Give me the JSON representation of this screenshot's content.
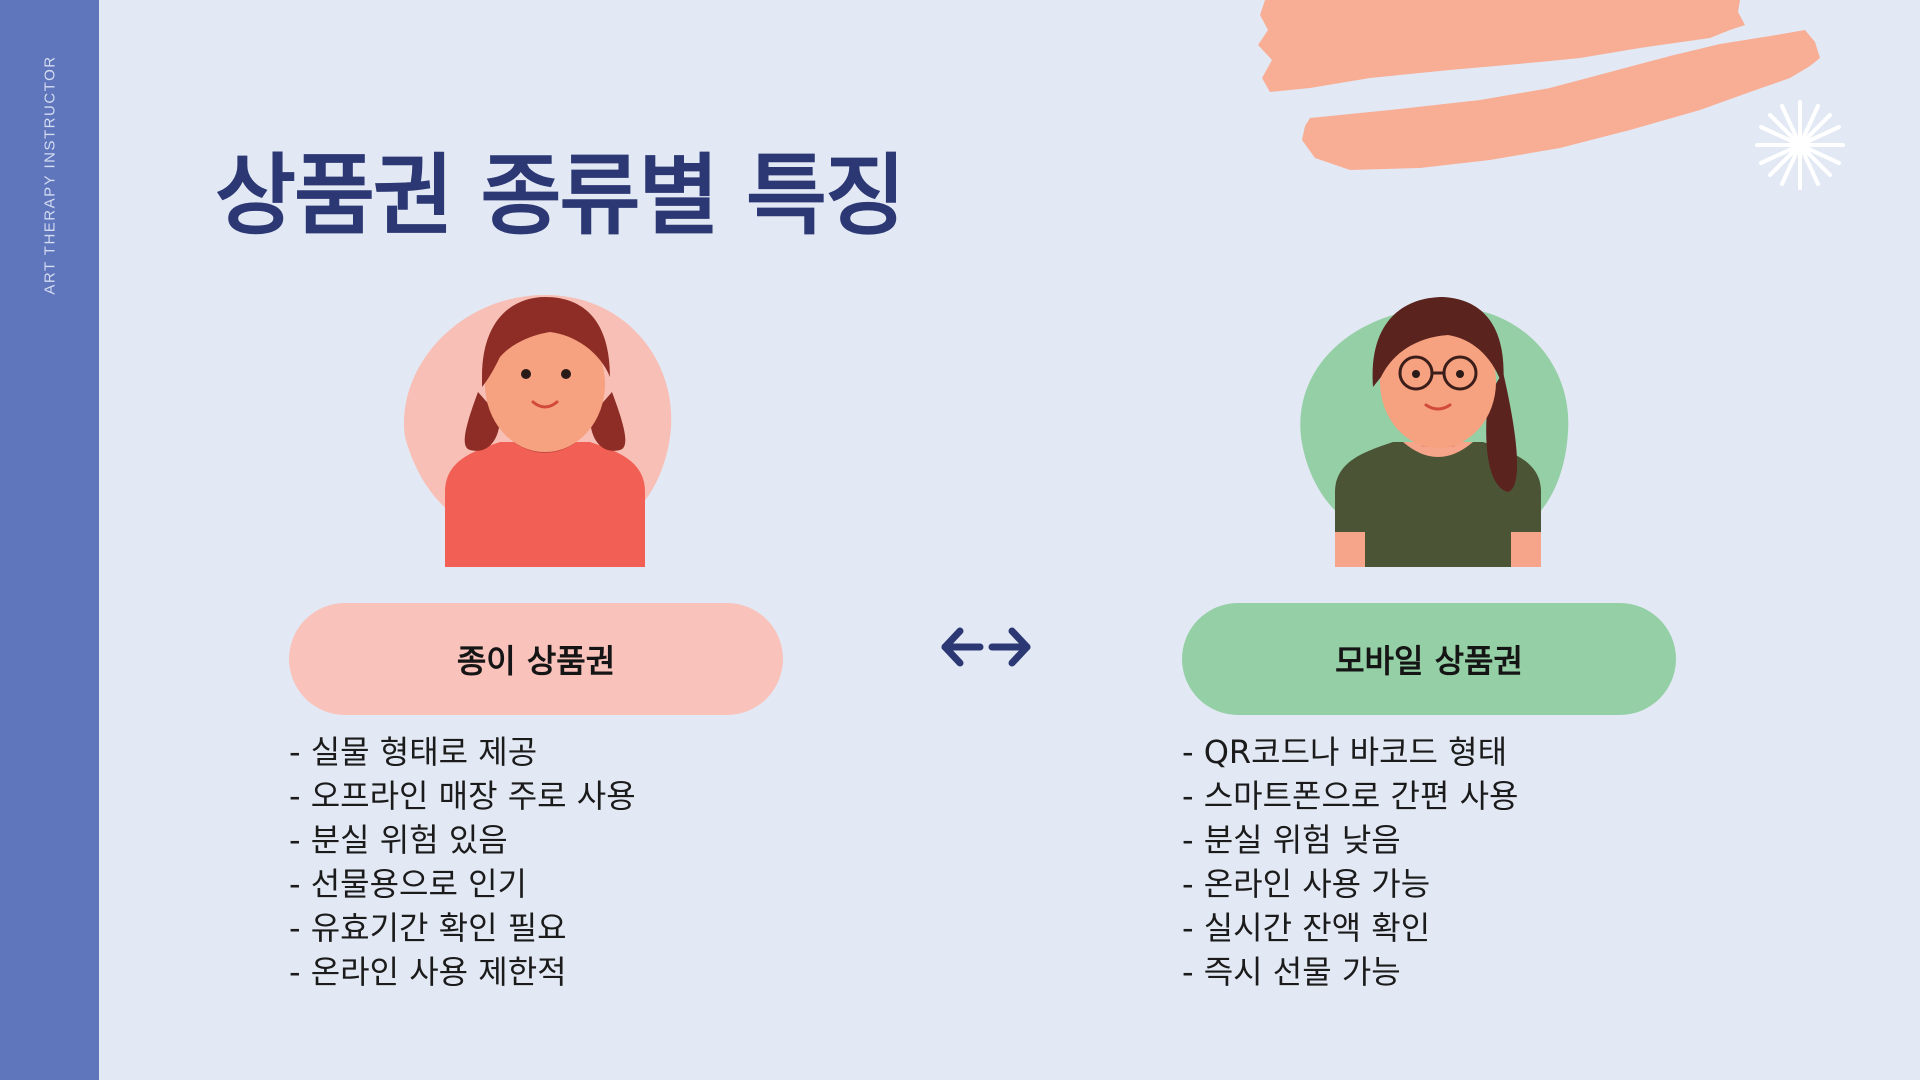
{
  "sidebar": {
    "label": "ART THERAPY INSTRUCTOR"
  },
  "title": "상품권 종류별 특징",
  "colors": {
    "sidebar": "#5f76bd",
    "background": "#e3e9f4",
    "title": "#2c3873",
    "brush": "#f8ae95",
    "pill_left": "#f9c2bb",
    "pill_right": "#95cfa6"
  },
  "left": {
    "avatar_icon": "woman-red-hair-avatar",
    "label": "종이 상품권",
    "items": [
      "- 실물 형태로 제공",
      "- 오프라인 매장 주로 사용",
      "- 분실 위험 있음",
      "- 선물용으로 인기",
      "- 유효기간 확인 필요",
      "- 온라인 사용 제한적"
    ]
  },
  "right": {
    "avatar_icon": "woman-glasses-avatar",
    "label": "모바일 상품권",
    "items": [
      "- QR코드나 바코드 형태",
      "- 스마트폰으로 간편 사용",
      "- 분실 위험 낮음",
      "- 온라인 사용 가능",
      "- 실시간 잔액 확인",
      "- 즉시 선물 가능"
    ]
  },
  "center_icon": "double-arrow-icon"
}
